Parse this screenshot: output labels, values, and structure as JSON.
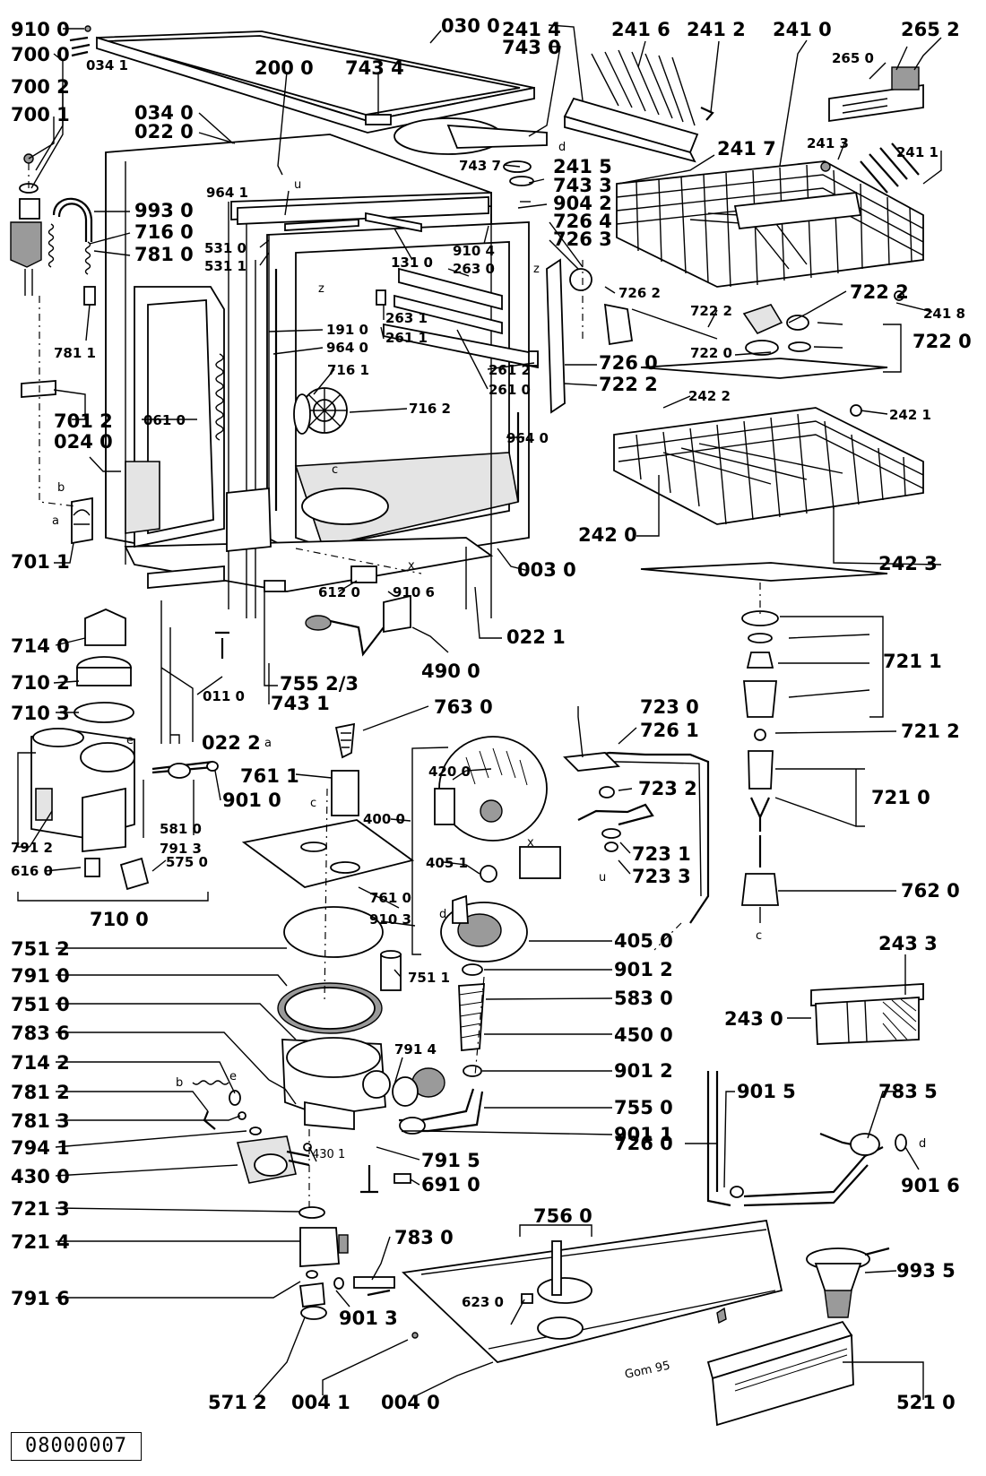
{
  "document_code": "08000007",
  "signature": "Gom 95",
  "callouts": [
    "910 0",
    "700 0",
    "700 2",
    "700 1",
    "034 1",
    "030 0",
    "200 0",
    "743 4",
    "241 4",
    "743 0",
    "241 6",
    "241 2",
    "241 0",
    "265 2",
    "265 0",
    "034 0",
    "022 0",
    "743 7",
    "241 5",
    "743 3",
    "241 7",
    "241 3",
    "241 1",
    "964 1",
    "904 2",
    "726 4",
    "726 3",
    "993 0",
    "716 0",
    "781 0",
    "531 0",
    "531 1",
    "131 0",
    "910 4",
    "263 0",
    "726 2",
    "722 2",
    "722 2",
    "241 8",
    "722 0",
    "722 0",
    "191 0",
    "964 0",
    "716 1",
    "263 1",
    "261 1",
    "261 2",
    "261 0",
    "726 0",
    "722 2",
    "781 1",
    "716 2",
    "242 2",
    "242 1",
    "964 0",
    "701 2",
    "024 0",
    "061 0",
    "242 0",
    "242 3",
    "701 1",
    "003 0",
    "612 0",
    "910 6",
    "022 1",
    "714 0",
    "710 2",
    "755 2/3",
    "011 0",
    "743 1",
    "490 0",
    "721 1",
    "710 3",
    "022 2",
    "763 0",
    "723 0",
    "726 1",
    "721 2",
    "420 0",
    "761 1",
    "723 2",
    "901 0",
    "721 0",
    "400 0",
    "581 0",
    "791 3",
    "405 1",
    "723 1",
    "723 3",
    "791 2",
    "616 0",
    "575 0",
    "761 0",
    "910 3",
    "762 0",
    "710 0",
    "751 2",
    "405 0",
    "243 3",
    "901 2",
    "791 0",
    "751 1",
    "583 0",
    "751 0",
    "243 0",
    "783 6",
    "450 0",
    "791 4",
    "714 2",
    "901 2",
    "781 2",
    "755 0",
    "901 5",
    "783 5",
    "781 3",
    "901 1",
    "726 0",
    "794 1",
    "430 1",
    "791 5",
    "430 0",
    "691 0",
    "901 6",
    "721 3",
    "756 0",
    "721 4",
    "783 0",
    "993 5",
    "623 0",
    "791 6",
    "901 3",
    "571 2",
    "004 1",
    "004 0",
    "521 0"
  ],
  "letters": [
    "u",
    "z",
    "z",
    "d",
    "c",
    "b",
    "a",
    "x",
    "c",
    "e",
    "a",
    "d",
    "x",
    "u",
    "c",
    "b",
    "e",
    "d"
  ]
}
